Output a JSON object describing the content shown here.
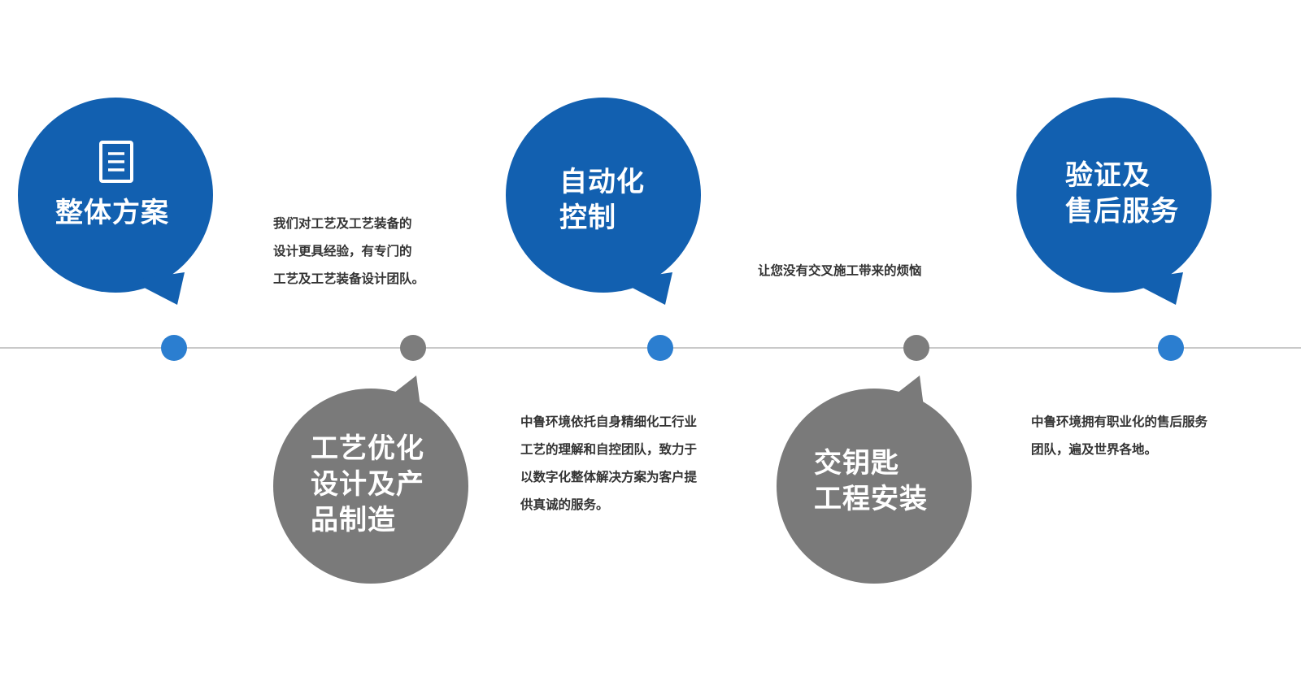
{
  "colors": {
    "blue": "#1260b0",
    "blue_dot": "#2b7ed0",
    "gray": "#7a7a7a",
    "gray_dot": "#7d7d7d",
    "line": "#c9c9c9"
  },
  "steps": [
    {
      "title": "整体方案",
      "icon": "document-icon",
      "description": "我们对工艺及工艺装备的\n设计更具经验，有专门的\n工艺及工艺装备设计团队。"
    },
    {
      "title": "工艺优化\n设计及产\n品制造",
      "description": "中鲁环境依托自身精细化工行业\n工艺的理解和自控团队，致力于\n以数字化整体解决方案为客户提\n供真诚的服务。"
    },
    {
      "title": "自动化\n控制",
      "description": "让您没有交叉施工带来的烦恼"
    },
    {
      "title": "交钥匙\n工程安装",
      "description": "中鲁环境拥有职业化的售后服务\n团队，遍及世界各地。"
    },
    {
      "title": "验证及\n售后服务"
    }
  ]
}
